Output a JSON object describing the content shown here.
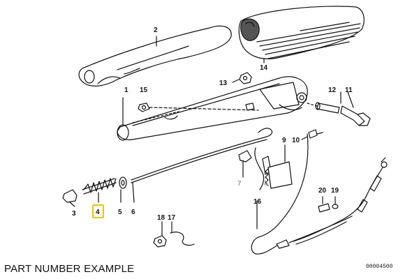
{
  "diagram": {
    "caption": "PART NUMBER EXAMPLE",
    "reference": "00004500",
    "highlighted_callout": "4",
    "highlight_color": "#f2c200",
    "line_color": "#111111",
    "callouts": {
      "c1": "1",
      "c2": "2",
      "c3": "3",
      "c4": "4",
      "c5": "5",
      "c6": "6",
      "c7": "7",
      "c8": "8",
      "c9": "9",
      "c10": "10",
      "c11": "11",
      "c12": "12",
      "c13": "13",
      "c14": "14",
      "c15": "15",
      "c16": "16",
      "c17": "17",
      "c18": "18",
      "c19": "19",
      "c20": "20"
    }
  }
}
